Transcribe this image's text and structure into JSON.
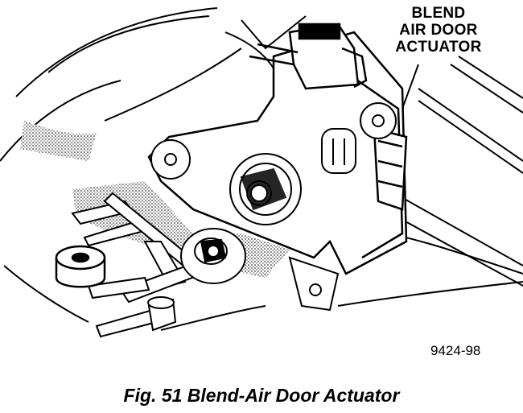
{
  "callout": {
    "line1": "BLEND",
    "line2": "AIR DOOR",
    "line3": "ACTUATOR"
  },
  "part_number": "9424-98",
  "caption": "Fig. 51 Blend-Air Door Actuator"
}
